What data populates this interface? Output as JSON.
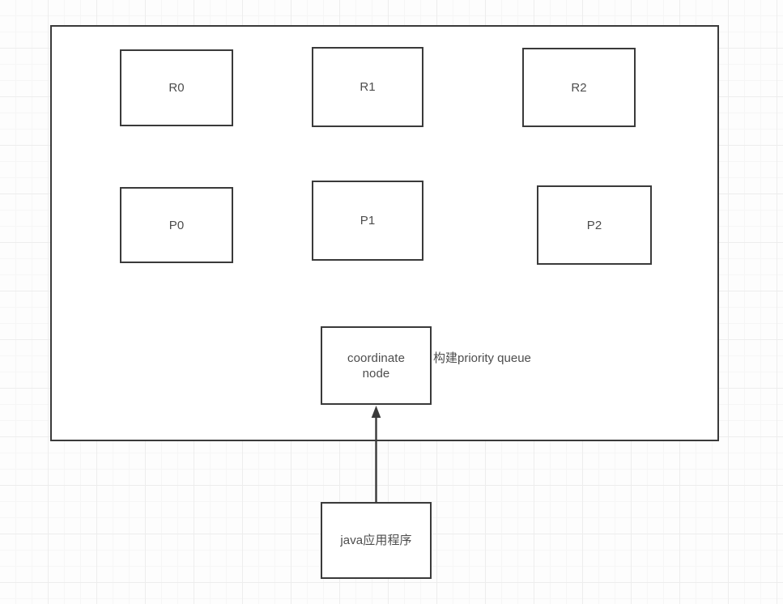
{
  "diagram": {
    "type": "block-diagram",
    "background": "#fdfdfd",
    "grid_color": "#ededed",
    "stroke_color": "#3a3a3a",
    "text_color": "#4d4d4d",
    "cluster": {
      "label": "",
      "name": "resource-process-cluster"
    },
    "nodes": [
      {
        "id": "r0",
        "label": "R0"
      },
      {
        "id": "r1",
        "label": "R1"
      },
      {
        "id": "r2",
        "label": "R2"
      },
      {
        "id": "p0",
        "label": "P0"
      },
      {
        "id": "p1",
        "label": "P1"
      },
      {
        "id": "p2",
        "label": "P2"
      },
      {
        "id": "coordinate",
        "label": "coordinate\nnode"
      },
      {
        "id": "java",
        "label": "java应用程序"
      }
    ],
    "annotations": [
      {
        "id": "priority-queue",
        "text": "构建priority queue"
      }
    ],
    "edges": [
      {
        "id": "java-to-coordinate",
        "from": "java",
        "to": "coordinate",
        "label": "",
        "arrowhead": "filled-triangle",
        "direction": "up"
      }
    ]
  }
}
